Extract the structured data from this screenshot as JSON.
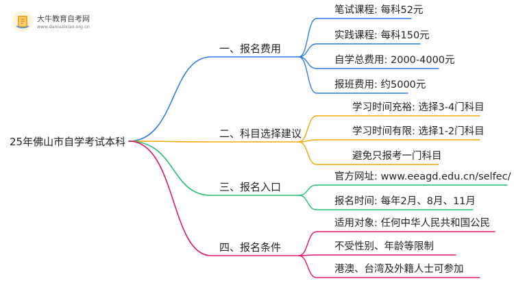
{
  "logo": {
    "title": "大牛教育自考网",
    "url": "www.daniuzixiao.org.cn"
  },
  "root": {
    "label": "25年佛山市自学考试本科"
  },
  "colors": {
    "branch_1": "#2d7be5",
    "branch_2": "#f2a900",
    "branch_3": "#1fbf6a",
    "branch_4": "#e0136e"
  },
  "branches": [
    {
      "label": "一、报名费用",
      "children": [
        "笔试课程: 每科52元",
        "实践课程: 每科150元",
        "自学总费用: 2000-4000元",
        "报班费用: 约5000元"
      ]
    },
    {
      "label": "二、科目选择建议",
      "children": [
        "学习时间充裕: 选择3-4门科目",
        "学习时间有限: 选择1-2门科目",
        "避免只报考一门科目"
      ]
    },
    {
      "label": "三、报名入口",
      "children": [
        "官方网址: www.eeagd.edu.cn/selfec/",
        "报名时间: 每年2月、8月、11月"
      ]
    },
    {
      "label": "四、报名条件",
      "children": [
        "适用对象: 任何中华人民共和国公民",
        "不受性别、年龄等限制",
        "港澳、台湾及外籍人士可参加"
      ]
    }
  ]
}
